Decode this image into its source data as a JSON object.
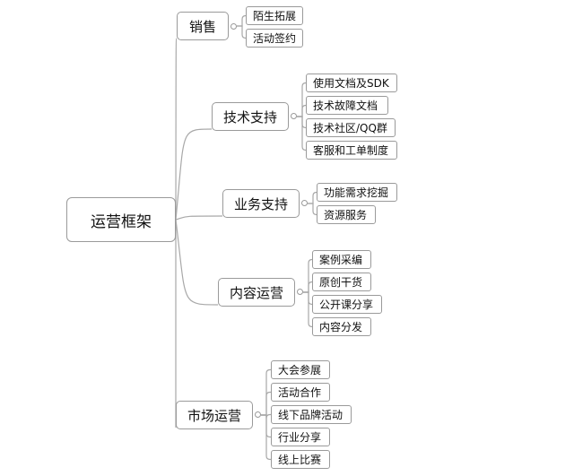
{
  "root": {
    "label": "运营框架"
  },
  "branches": [
    {
      "label": "销售",
      "children": [
        "陌生拓展",
        "活动签约"
      ]
    },
    {
      "label": "技术支持",
      "children": [
        "使用文档及SDK",
        "技术故障文档",
        "技术社区/QQ群",
        "客服和工单制度"
      ]
    },
    {
      "label": "业务支持",
      "children": [
        "功能需求挖掘",
        "资源服务"
      ]
    },
    {
      "label": "内容运营",
      "children": [
        "案例采编",
        "原创干货",
        "公开课分享",
        "内容分发"
      ]
    },
    {
      "label": "市场运营",
      "children": [
        "大会参展",
        "活动合作",
        "线下品牌活动",
        "行业分享",
        "线上比赛"
      ]
    }
  ],
  "colors": {
    "line": "#a8a8a8",
    "border": "#9a9a9a",
    "text": "#111111"
  }
}
